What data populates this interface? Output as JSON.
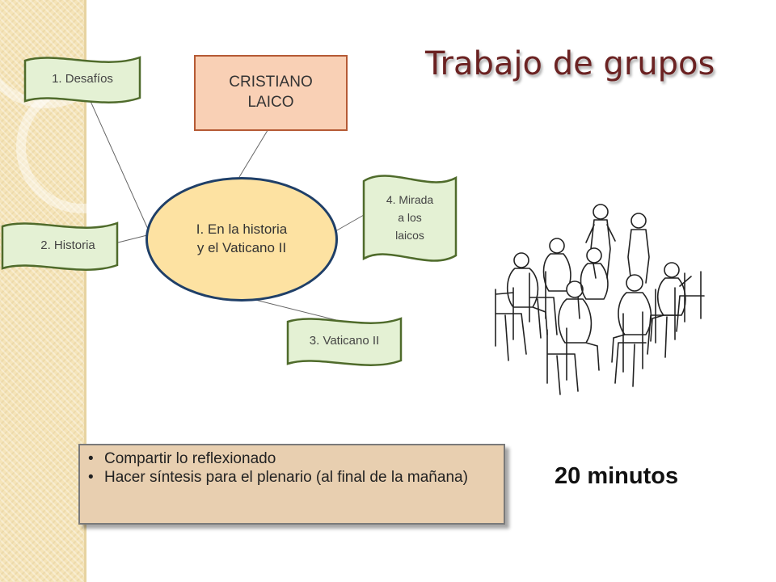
{
  "slide": {
    "title": "Trabajo de grupos",
    "duration": "20 minutos"
  },
  "diagram": {
    "top_box": {
      "line1": "CRISTIANO",
      "line2": "LAICO"
    },
    "center": {
      "line1": "I. En la historia",
      "line2": "y el Vaticano II"
    },
    "branches": [
      {
        "label": "1. Desafíos"
      },
      {
        "label": "2. Historia"
      },
      {
        "label": "3. Vaticano II"
      },
      {
        "lines": [
          "4. Mirada",
          "a los",
          "laicos"
        ]
      }
    ]
  },
  "notes": {
    "items": [
      "Compartir lo reflexionado",
      "Hacer síntesis para el plenario (al final de la mañana)"
    ]
  },
  "colors": {
    "title": "#6b2222",
    "flag_fill": "#e4f1d4",
    "flag_border": "#4f6b2b",
    "top_box_fill": "#f9d0b5",
    "ellipse_fill": "#fde2a2",
    "ellipse_border": "#1f3f68",
    "notes_fill": "#e8cfb0"
  },
  "illustration": {
    "icon": "group-discussion-illustration"
  }
}
